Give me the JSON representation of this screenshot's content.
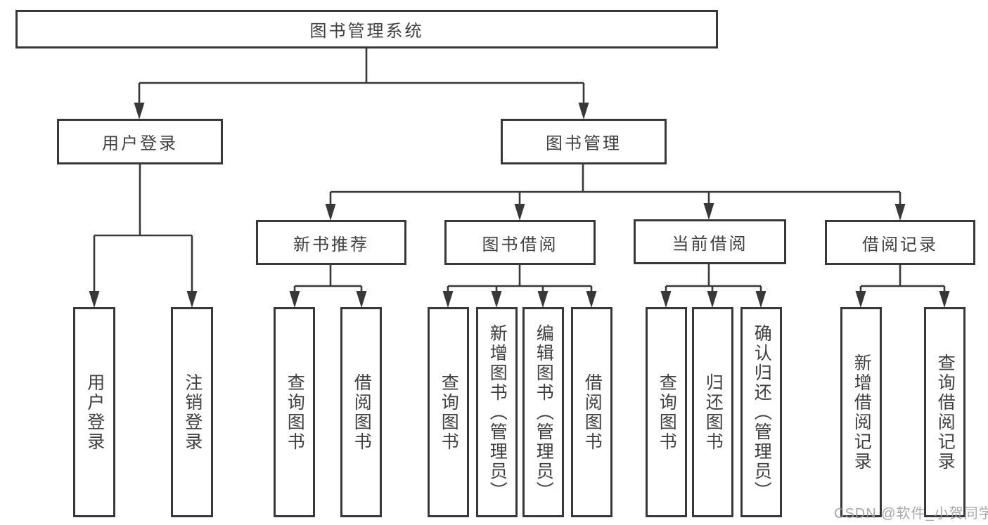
{
  "diagram": {
    "title": "图书管理系统",
    "level2": {
      "user_login": "用户登录",
      "book_mgmt": "图书管理"
    },
    "level3": {
      "new_book_rec": "新书推荐",
      "book_borrow": "图书借阅",
      "current_borrow": "当前借阅",
      "borrow_records": "借阅记录"
    },
    "leaves": {
      "user_login": "用户登录",
      "logout": "注销登录",
      "nbr_query": "查询图书",
      "nbr_borrow": "借阅图书",
      "bb_query": "查询图书",
      "bb_add": "新增图书（管理员）",
      "bb_edit": "编辑图书（管理员）",
      "bb_borrow": "借阅图书",
      "cb_query": "查询图书",
      "cb_return": "归还图书",
      "cb_confirm": "确认归还（管理员）",
      "br_add": "新增借阅记录",
      "br_query": "查询借阅记录"
    }
  },
  "watermark": "CSDN @软件_小贺同学",
  "colors": {
    "line": "#383838",
    "text": "#3f3f3f",
    "watermark": "#9e9e9e"
  }
}
